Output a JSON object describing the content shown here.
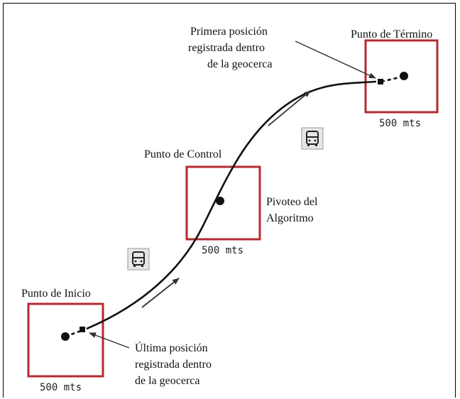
{
  "diagram": {
    "labels": {
      "start_point": "Punto de Inicio",
      "control_point": "Punto de Control",
      "end_point": "Punto de Término",
      "first_position": [
        "Primera posición",
        "registrada dentro",
        "de la geocerca"
      ],
      "last_position": [
        "Última posición",
        "registrada dentro",
        "de la geocerca"
      ],
      "pivot": [
        "Pivoteo del",
        "Algoritmo"
      ]
    },
    "geofence_size_label": "500 mts",
    "colors": {
      "geofence_border": "#b52a30",
      "route": "#111111",
      "bus_icon_bg": "#e6e6e6"
    },
    "icons": [
      "bus-icon",
      "bus-icon",
      "direction-arrow",
      "direction-arrow",
      "pointer-arrow",
      "pointer-arrow"
    ]
  }
}
